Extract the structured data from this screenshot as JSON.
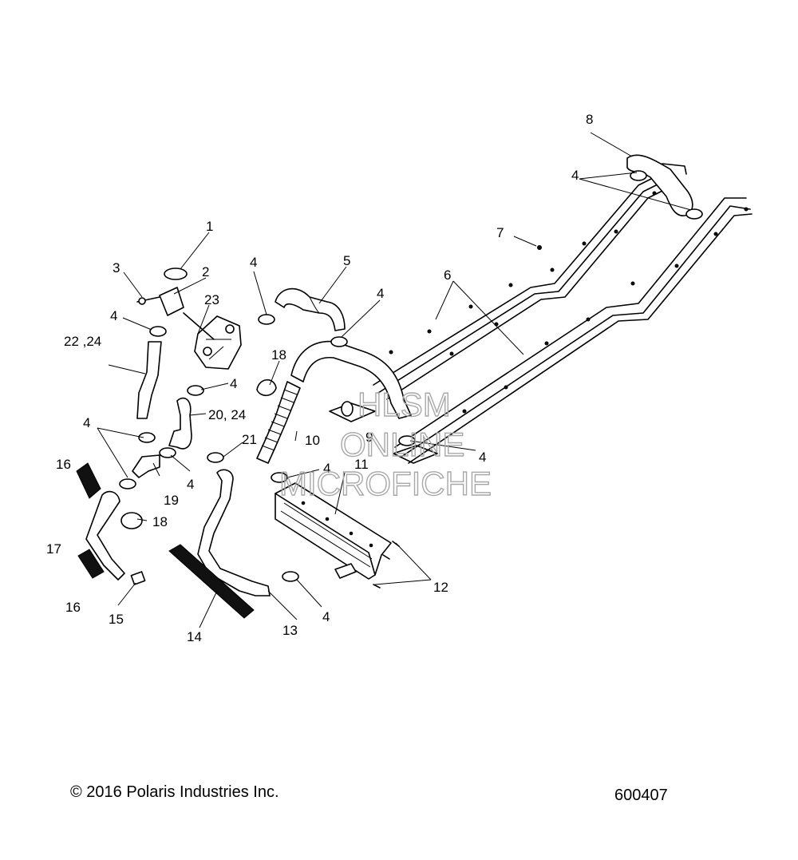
{
  "watermark": {
    "line1": "HLSM",
    "line2": "ONLINE",
    "line3": "MICROFICHE"
  },
  "callouts": {
    "c1": "1",
    "c2": "2",
    "c3": "3",
    "c4": "4",
    "c5": "5",
    "c6": "6",
    "c7": "7",
    "c8": "8",
    "c9": "9",
    "c10": "10",
    "c11": "11",
    "c12": "12",
    "c13": "13",
    "c14": "14",
    "c15": "15",
    "c16": "16",
    "c17": "17",
    "c18": "18",
    "c19": "19",
    "c20_24": "20, 24",
    "c21": "21",
    "c22_24": "22 ,24",
    "c23": "23"
  },
  "footer": {
    "copyright": "© 2016 Polaris Industries Inc.",
    "figure_number": "600407"
  }
}
